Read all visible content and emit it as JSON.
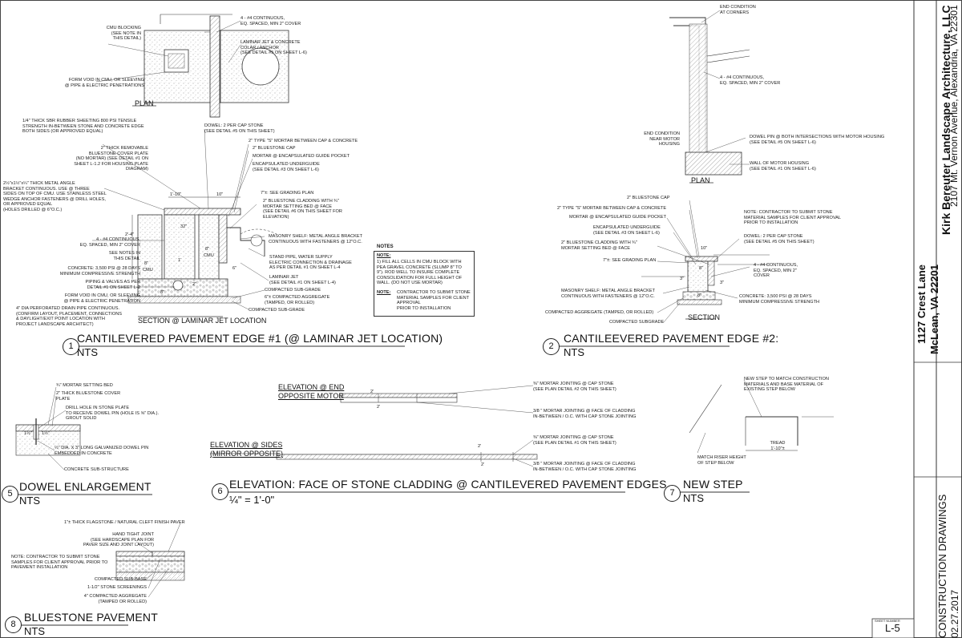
{
  "title_block": {
    "firm": "Kirk Bereuter Landscape Architecture, LLC",
    "firm_address": "2107 Mt. Vernon Avenue, Alexandria, VA 22301",
    "project_street": "1127 Crest Lane",
    "project_city": "McLean, VA 22201",
    "drawing_set": "CONSTRUCTION DRAWINGS",
    "date": "02.27.2017",
    "sheet_number_label": "SHEET NUMBER",
    "sheet_number": "L-5"
  },
  "detail1": {
    "number": "1",
    "title": "CANTILEVERED PAVEMENT EDGE #1 (@ LAMINAR JET LOCATION)",
    "scale": "NTS",
    "plan_label": "PLAN",
    "section_label": "SECTION @ LAMINAR JET LOCATION",
    "notes_plan": [
      "CMU BLOCKING\n(SEE NOTE IN\nTHIS DETAIL)",
      "FORM VOID IN CMU, OR SLEEVING\n@ PIPE & ELECTRIC PENETRATIONS",
      "4 - #4 CONTINUOUS,\nEQ. SPACED, MIN 2\" COVER",
      "LAMINAR JET & CONCRETE\nCOLAR / ANCHOR\n(SEE DETAIL #5 ON SHEET L-6)"
    ],
    "notes_left": [
      "1/4\" THICK SBR RUBBER SHEETING 800 PSI TENSILE\nSTRENGTH IN-BETWEEN STONE AND CONCRETE EDGE\nBOTH SIDES (OR APPROVED EQUAL)",
      "2\" THICK REMOVABLE\nBLUESTONE COVER PLATE\n(NO MORTAR) (SEE DETAIL #1 ON\nSHEET L-1.2 FOR HOUSING PLATE\nDIAGRAM)",
      "2½\"x1½\"x¼\" THICK METAL ANGLE\nBRACKET CONTINUOUS.  USE @ THREE\nSIDES ON TOP OF CMU.  USE STAINLESS STEEL\nWEDGE ANCHOR FASTENERS @ DRILL HOLES,\nOR APPROVED EQUAL\n(HOLES DRILLED @ 6\"O.C.)",
      "4 - #4 CONTINUOUS,\nEQ. SPACED, MIN 2\" COVER",
      "SEE NOTES IN\nTHIS DETAIL",
      "CONCRETE: 3,500 PSI @ 28 DAYS\nMINIMUM COMPRESSIVE STRENGTH",
      "PIPING & VALVES AS PER\nDETAIL #1 ON SHEET L-2",
      "FORM VOID IN CMU, OR SLEEVING\n@ PIPE & ELECTRIC PENETRATION",
      "4\" DIA PERFORATED DRAIN PIPE CONTINUOUS.\n(CONFIRM LAYOUT, PLACEMENT, CONNECTIONS\n& DAYLIGHT/EXIT POINT LOCATION WITH\nPROJECT LANDSCAPE ARCHITECT)"
    ],
    "notes_right": [
      "DOWEL: 2 PER CAP STONE\n(SEE DETAIL #5 ON THIS SHEET)",
      "2\" TYPE \"S\" MORTAR BETWEEN CAP & CONCRETE",
      "2\" BLUESTONE CAP",
      "MORTAR @ ENCAPSULATED GUIDE POCKET",
      "ENCAPSULATED UNDERGUIDE\n(SEE DETAIL #3 ON SHEET L-6)",
      "7\"±: SEE GRADING PLAN",
      "2\" BLUESTONE CLADDING WITH ¾\"\nMORTAR SETTING BED @ FACE\n(SEE DETAIL #6 ON THIS SHEET FOR\nELEVATION)",
      "MASONRY SHELF: METAL ANGLE BRACKET\nCONTINUOUS WITH FASTENERS @ 12\"O.C.",
      "STAND PIPE, WATER SUPPLY\nELECTRIC CONNECTION & DRAINAGE\nAS PER DETAIL #1 ON SHEET L-4",
      "LAMINAR JET\n(SEE DETAIL #1 ON SHEET L-4)",
      "COMPACTED SUB-GRADE",
      "6\"± COMPACTED AGGREGATE\n(TAMPED, OR ROLLED)",
      "COMPACTED SUB-GRADE"
    ],
    "dims": [
      "1'-10\"",
      "10\"",
      "2'-4\"",
      "32\"",
      "8\"",
      "1'",
      "8\"",
      "6\"",
      "CMU",
      "CMU",
      "2\"",
      "8\""
    ],
    "notes_box": {
      "heading": "NOTES",
      "subheading": "NOTE:",
      "text1": "1)  FILL ALL CELLS IN CMU BLOCK WITH\nPEA GRAVEL CONCRETE (SLUMP 8\" TO\n9\").  ROD WELL TO INSURE COMPLETE\nCONSOLIDATION FOR FULL HEIGHT OF\nWALL.  (DO NOT USE MORTAR)",
      "subheading2": "NOTE:",
      "text2": "CONTRACTOR TO SUBMIT STONE\nMATERIAL SAMPLES FOR CLIENT APPROVAL\nPRIOR TO INSTALLATION"
    }
  },
  "detail2": {
    "number": "2",
    "title": "CANTILEEVERED PAVEMENT EDGE #2:",
    "scale": "NTS",
    "plan_label": "PLAN",
    "section_label": "SECTION",
    "notes": [
      "END CONDITION\nAT CORNERS",
      "4 - #4 CONTINUOUS,\nEQ. SPACED, MIN 2\" COVER",
      "END CONDITION\nNEAR MOTOR\nHOUSING",
      "DOWEL PIN @ BOTH INTERSECTIONS WITH MOTOR HOUSING\n(SEE DETAIL #5 ON SHEET L-6)",
      "WALL OF MOTOR HOUSING\n(SEE DETAIL #1 ON SHEET L-6)",
      "2\" BLUESTONE CAP",
      "2\" TYPE \"S\" MORTAR BETWEEN CAP & CONCRETE",
      "MORTAR @ ENCAPSULATED GUIDE POCKET",
      "ENCAPSULATED UNDERGUIDE\n(SEE DETAIL #3 ON SHEET L-6)",
      "2\" BLUESTONE CLADDING WITH ¾\"\nMORTAR SETTING BED @ FACE",
      "7\"±: SEE GRADING PLAN",
      "NOTE: CONTRACTOR TO SUBMIT STONE\nMATERIAL SAMPLES FOR CLIENT APPROVAL\nPRIOR TO INSTALLATION",
      "DOWEL: 2 PER CAP STONE\n(SEE DETAIL #5 ON THIS SHEET)",
      "4 - #4 CONTINUOUS,\nEQ. SPACED, MIN 2\"\nCOVER",
      "MASONRY SHELF: METAL ANGLE BRACKET\nCONTINUOUS WITH FASTENERS @ 12\"O.C.",
      "CONCRETE: 3,500 PSI @ 28 DAYS\nMINIMUM COMPRESSIVE STRENGTH",
      "COMPACTED AGGREGATE (TAMPED, OR ROLLED)",
      "COMPACTED SUBGRADE"
    ],
    "dims": [
      "10\"",
      "8\"",
      "3\"",
      "3\"",
      "8\""
    ]
  },
  "detail5": {
    "number": "5",
    "title": "DOWEL ENLARGEMENT",
    "scale": "NTS",
    "notes": [
      "¾\" MORTAR SETTING BED",
      "2\" THICK BLUESTONE COVER\nPLATE",
      "DRILL HOLE IN STONE PLATE\nTO RECEIVE DOWEL PIN (HOLE IS ⅝\" DIA.).\nGROUT SOLID",
      "½\" DIA. X 3\" LONG GALVANIZED DOWEL PIN\nEMBEDDED IN CONCRETE",
      "CONCRETE SUB-STRUCTURE"
    ],
    "dims": [
      "1½\"",
      "1½\""
    ]
  },
  "detail6": {
    "number": "6",
    "title": "ELEVATION: FACE OF STONE CLADDING @ CANTILEVERED PAVEMENT EDGES",
    "scale": "¼\" = 1'-0\"",
    "elev_end_label": "ELEVATION @ END\nOPPOSITE MOTOR",
    "elev_side_label": "ELEVATION @ SIDES\n(MIRROR OPPOSITE)",
    "notes": [
      "⅜\" MORTAR JOINTING @ CAP STONE\n(SEE PLAN DETAIL #2 ON THIS SHEET)",
      "3/8 \" MORTAR JOINTING @ FACE OF CLADDING\nIN-BETWEEN / O.C. WITH CAP STONE JOINTING",
      "⅜\" MORTAR JOINTING @ CAP STONE\n(SEE PLAN DETAIL #1 ON THIS SHEET)",
      "3/8 \" MORTAR JOINTING @ FACE OF CLADDING\nIN-BETWEEN / O.C. WITH CAP STONE JOINTING"
    ],
    "dims": [
      "2'",
      "2'",
      "2'",
      "2'"
    ]
  },
  "detail7": {
    "number": "7",
    "title": "NEW STEP",
    "scale": "NTS",
    "notes": [
      "NEW STEP TO MATCH CONSTRUCTION\nMATERIALS AND BASE MATERIAL OF\nEXISTING STEP BELOW",
      "TREAD\n1'-10\"±",
      "MATCH RISER HEIGHT\nOF STEP BELOW"
    ]
  },
  "detail8": {
    "number": "8",
    "title": "BLUESTONE PAVEMENT",
    "scale": "NTS",
    "notes": [
      "1\"± THICK FLAGSTONE / NATURAL CLEFT FINISH PAVER",
      "HAND TIGHT JOINT\n(SEE HARDSCAPE PLAN FOR\nPAVER SIZE AND JOINT LAYOUT)",
      "NOTE: CONTRACTOR TO SUBMIT STONE\nSAMPLES FOR CLIENT APPROVAL PRIOR TO\nPAVEMENT INSTALLATION",
      "COMPACTED SUB-BASE",
      "1-1/2\" STONE SCREENINGS",
      "4\" COMPACTED AGGREGATE\n(TAMPED OR ROLLED)"
    ]
  }
}
